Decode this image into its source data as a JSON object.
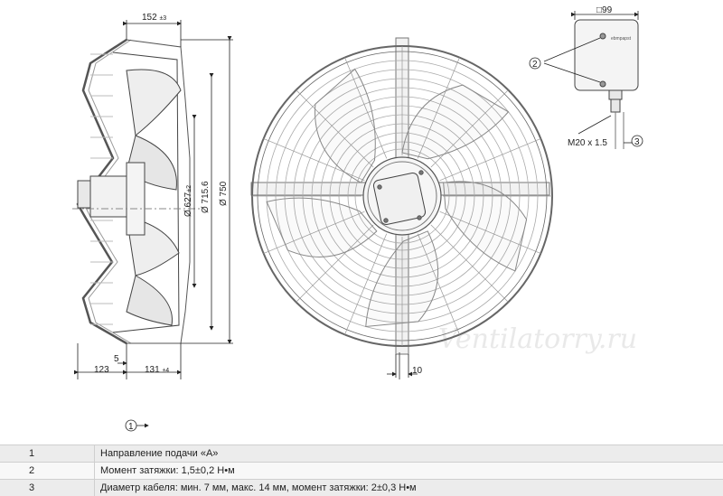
{
  "dimensions": {
    "width_top": "152",
    "width_top_tol": "±3",
    "d1": "Ø 627",
    "d1_tol": "±2",
    "d2": "Ø 715.6",
    "d3": "Ø 750",
    "left_depth": "123",
    "offset": "5",
    "hub_depth": "131",
    "hub_depth_tol": "±4",
    "bracket": "10",
    "box_size": "□99",
    "cable_gland": "M20 x 1.5"
  },
  "callouts": {
    "one": "1",
    "two": "2",
    "three": "3"
  },
  "box_label": "ebmpapst",
  "watermark": "Ventilatorry.ru",
  "notes": [
    {
      "num": "1",
      "text": "Направление подачи «А»"
    },
    {
      "num": "2",
      "text": "Момент затяжки: 1,5±0,2 Н•м"
    },
    {
      "num": "3",
      "text": "Диаметр кабеля: мин. 7 мм, макс. 14 мм, момент затяжки: 2±0,3 Н•м"
    }
  ]
}
